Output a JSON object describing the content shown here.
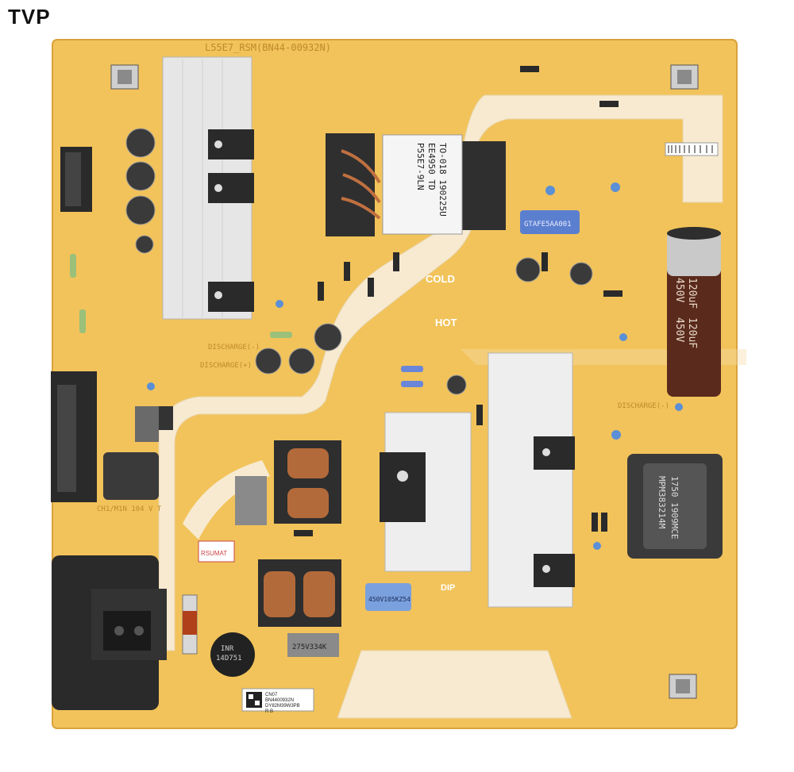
{
  "watermark": "TVP",
  "board": {
    "model_silkscreen": "L55E7_RSM(BN44-00932N)",
    "colors": {
      "pcb": "#f2c35a",
      "pcb_dark": "#e0a845",
      "cream": "#f7ead0",
      "heatsink": "#e6e6e6",
      "connector": "#2a2a2a"
    },
    "zone_labels": {
      "cold": "COLD",
      "hot": "HOT"
    },
    "discharge_labels": [
      "DISCHARGE(-)",
      "DISCHARGE(+)",
      "DISCHARGE(-)"
    ],
    "transformer_label": [
      "P55E7-9LN",
      "EE4950 TD",
      "TO-018 190225U"
    ],
    "capacitor_main": [
      "450V",
      "120uF",
      "450V",
      "120uF"
    ],
    "film_cap_label": "450V105KZ54",
    "x_cap_label": "275V334K",
    "blue_cap_label": "GTAFE5AA001",
    "pfc_inductor_label": [
      "MPM383214M",
      "1750 1909MCE"
    ],
    "varistor_label": [
      "INR",
      "14D751"
    ],
    "dip_label": "DIP",
    "ch_label": "CH1/M1N 104 V T",
    "rsm_label": "RSUMAT",
    "sticker": [
      "CN07",
      "BN4400932N",
      "DY82M39W3PB",
      "R B"
    ]
  }
}
